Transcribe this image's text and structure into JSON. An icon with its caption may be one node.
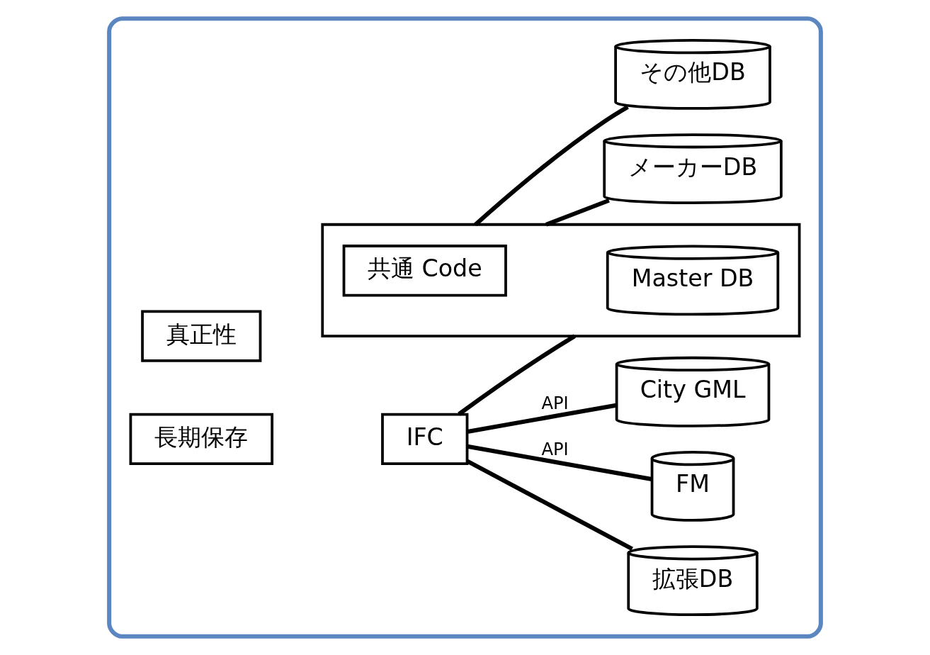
{
  "diagram": {
    "nodes": [
      {
        "text": [],
        "shape": "box"
      },
      {
        "text": [
          "長期保存"
        ],
        "in": 0
      },
      {
        "text": [
          "真正性"
        ],
        "in": 0
      },
      {
        "text": [
          "IFC"
        ],
        "in": 0
      },
      {
        "text": [
          "拡張DB"
        ],
        "in": 0
      },
      {
        "text": [
          "FM"
        ],
        "in": 0
      },
      {
        "text": [
          "City GML"
        ],
        "in": 0
      },
      {
        "text": [],
        "shape": "box",
        "in": 0
      },
      {
        "text": [
          "共通 Code"
        ],
        "in": 7
      },
      {
        "text": [
          "Master DB"
        ],
        "in": 7
      },
      {
        "text": [
          "メーカーDB"
        ],
        "in": 0
      },
      {
        "text": [
          "その他DB"
        ],
        "in": 0
      }
    ],
    "edges": [
      {
        "from": 3,
        "to": 4,
        "arrow": "none"
      },
      {
        "from": 3,
        "to": 5,
        "arrow": "none",
        "label": "API"
      },
      {
        "from": 3,
        "to": 6,
        "arrow": "none",
        "label": "API"
      },
      {
        "from": 3,
        "to": 7,
        "arrow": "none"
      },
      {
        "from": 7,
        "to": 10,
        "arrow": "none"
      },
      {
        "from": 7,
        "to": 11,
        "arrow": "none"
      }
    ]
  }
}
